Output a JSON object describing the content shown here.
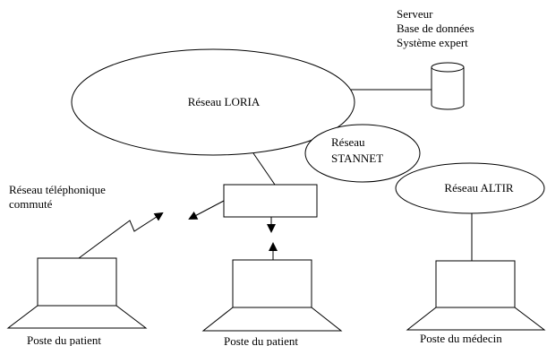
{
  "diagram": {
    "server_label": [
      "Serveur",
      "Base de données",
      "Système expert"
    ],
    "network_loria": "Réseau LORIA",
    "network_stannet": [
      "Réseau",
      "STANNET"
    ],
    "network_altir": "Réseau ALTIR",
    "phone_network": [
      "Réseau téléphonique",
      "commuté"
    ],
    "station_patient_1": "Poste du patient",
    "station_patient_2": "Poste du patient",
    "station_doctor": "Poste du médecin"
  }
}
